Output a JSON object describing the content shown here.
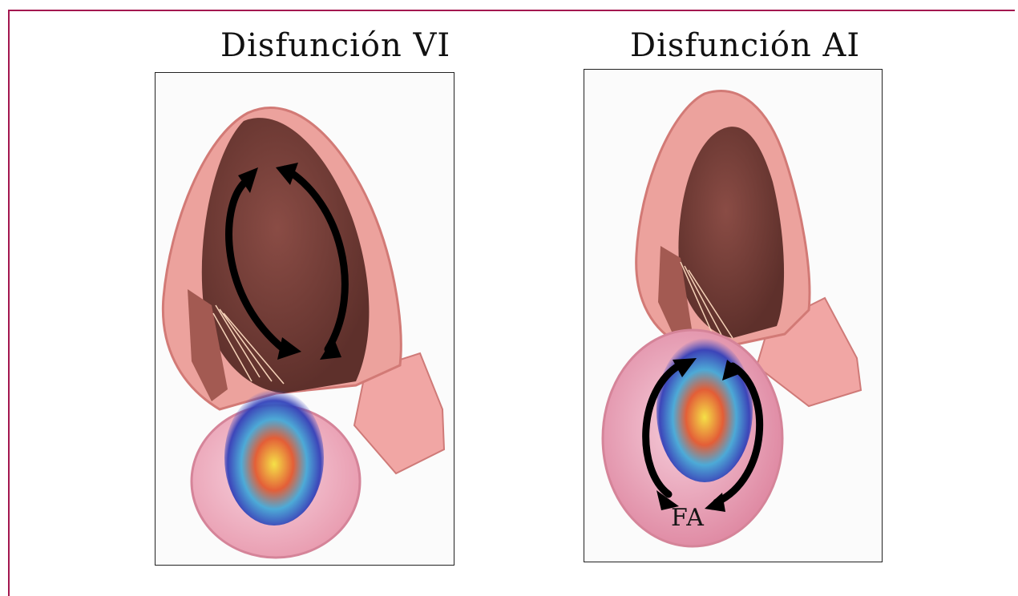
{
  "panels": [
    {
      "title": "Disfunción VI"
    },
    {
      "title": "Disfunción AI",
      "annotation": "FA"
    }
  ],
  "colors": {
    "frame": "#a3174f",
    "myocardium": "#e99590",
    "cavity": "#6e3b35",
    "atrium": "#f2b5c7",
    "arrow": "#000000"
  }
}
